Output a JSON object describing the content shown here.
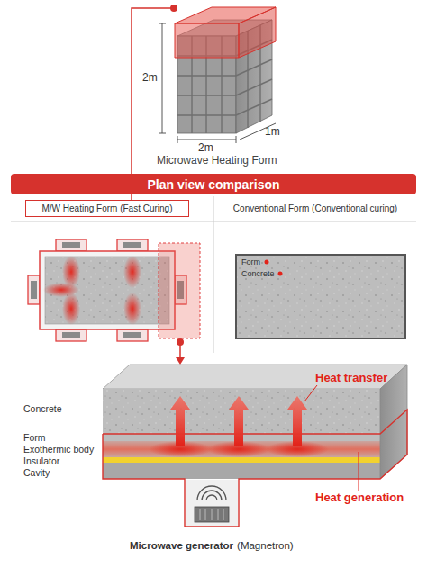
{
  "diagram": {
    "nodes": [
      {
        "text": [
          "Plan view comparison"
        ]
      },
      {
        "text": [
          "M/W Heating Form (Fast Curing)"
        ]
      },
      {
        "text": [
          "Conventional Form (Conventional curing)"
        ]
      }
    ],
    "labels": [
      "2m",
      "2m",
      "1m",
      "Microwave Heating Form",
      "Form",
      "Concrete",
      "Heat transfer",
      "Heat generation",
      "Concrete",
      "Form",
      "Exothermic body",
      "Insulator",
      "Cavity",
      "Microwave generator",
      "(Magnetron)"
    ]
  }
}
